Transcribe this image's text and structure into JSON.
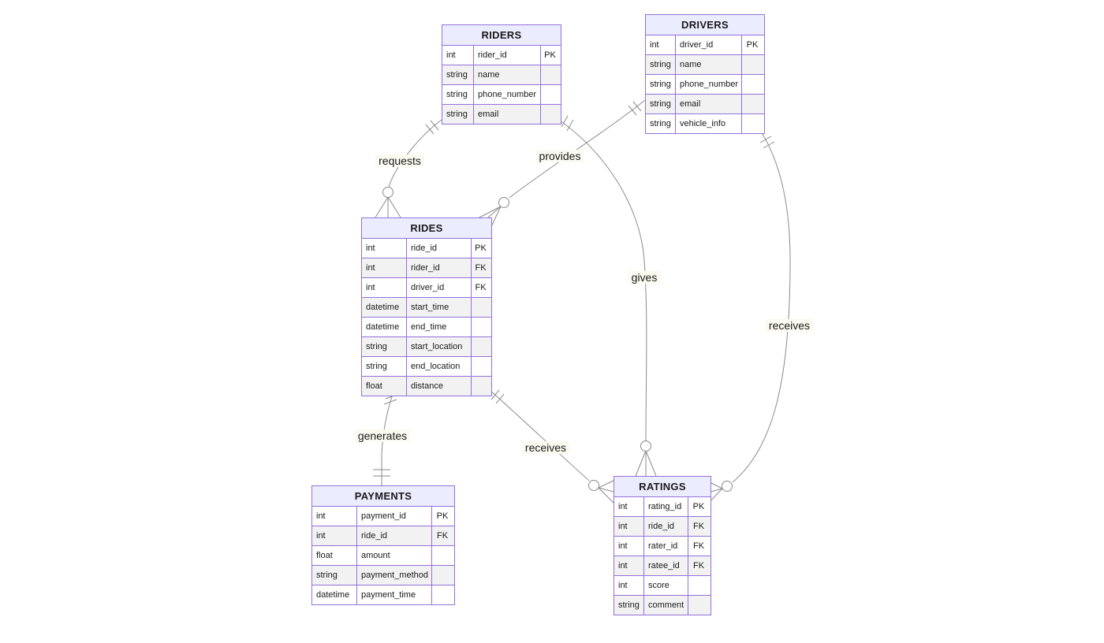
{
  "diagram": {
    "type": "entity-relationship-diagram",
    "entities": [
      {
        "name": "RIDERS",
        "attributes": [
          {
            "type": "int",
            "name": "rider_id",
            "key": "PK"
          },
          {
            "type": "string",
            "name": "name",
            "key": ""
          },
          {
            "type": "string",
            "name": "phone_number",
            "key": ""
          },
          {
            "type": "string",
            "name": "email",
            "key": ""
          }
        ]
      },
      {
        "name": "DRIVERS",
        "attributes": [
          {
            "type": "int",
            "name": "driver_id",
            "key": "PK"
          },
          {
            "type": "string",
            "name": "name",
            "key": ""
          },
          {
            "type": "string",
            "name": "phone_number",
            "key": ""
          },
          {
            "type": "string",
            "name": "email",
            "key": ""
          },
          {
            "type": "string",
            "name": "vehicle_info",
            "key": ""
          }
        ]
      },
      {
        "name": "RIDES",
        "attributes": [
          {
            "type": "int",
            "name": "ride_id",
            "key": "PK"
          },
          {
            "type": "int",
            "name": "rider_id",
            "key": "FK"
          },
          {
            "type": "int",
            "name": "driver_id",
            "key": "FK"
          },
          {
            "type": "datetime",
            "name": "start_time",
            "key": ""
          },
          {
            "type": "datetime",
            "name": "end_time",
            "key": ""
          },
          {
            "type": "string",
            "name": "start_location",
            "key": ""
          },
          {
            "type": "string",
            "name": "end_location",
            "key": ""
          },
          {
            "type": "float",
            "name": "distance",
            "key": ""
          }
        ]
      },
      {
        "name": "PAYMENTS",
        "attributes": [
          {
            "type": "int",
            "name": "payment_id",
            "key": "PK"
          },
          {
            "type": "int",
            "name": "ride_id",
            "key": "FK"
          },
          {
            "type": "float",
            "name": "amount",
            "key": ""
          },
          {
            "type": "string",
            "name": "payment_method",
            "key": ""
          },
          {
            "type": "datetime",
            "name": "payment_time",
            "key": ""
          }
        ]
      },
      {
        "name": "RATINGS",
        "attributes": [
          {
            "type": "int",
            "name": "rating_id",
            "key": "PK"
          },
          {
            "type": "int",
            "name": "ride_id",
            "key": "FK"
          },
          {
            "type": "int",
            "name": "rater_id",
            "key": "FK"
          },
          {
            "type": "int",
            "name": "ratee_id",
            "key": "FK"
          },
          {
            "type": "int",
            "name": "score",
            "key": ""
          },
          {
            "type": "string",
            "name": "comment",
            "key": ""
          }
        ]
      }
    ],
    "relationships": [
      {
        "from": "RIDERS",
        "to": "RIDES",
        "label": "requests",
        "cardinality": "one-to-zero-or-many"
      },
      {
        "from": "DRIVERS",
        "to": "RIDES",
        "label": "provides",
        "cardinality": "one-to-zero-or-many"
      },
      {
        "from": "RIDERS",
        "to": "RATINGS",
        "label": "gives",
        "cardinality": "one-to-zero-or-many"
      },
      {
        "from": "DRIVERS",
        "to": "RATINGS",
        "label": "receives",
        "cardinality": "one-to-zero-or-many"
      },
      {
        "from": "RIDES",
        "to": "RATINGS",
        "label": "receives",
        "cardinality": "one-to-zero-or-many"
      },
      {
        "from": "RIDES",
        "to": "PAYMENTS",
        "label": "generates",
        "cardinality": "one-to-one"
      }
    ],
    "colors": {
      "entity_border": "#9370db",
      "entity_header_bg": "#ececff",
      "row_alt_bg": "#f2f2f2",
      "relationship_line": "#8b8b8b",
      "label_bg": "#fbfaf0",
      "background": "#ffffff"
    }
  }
}
